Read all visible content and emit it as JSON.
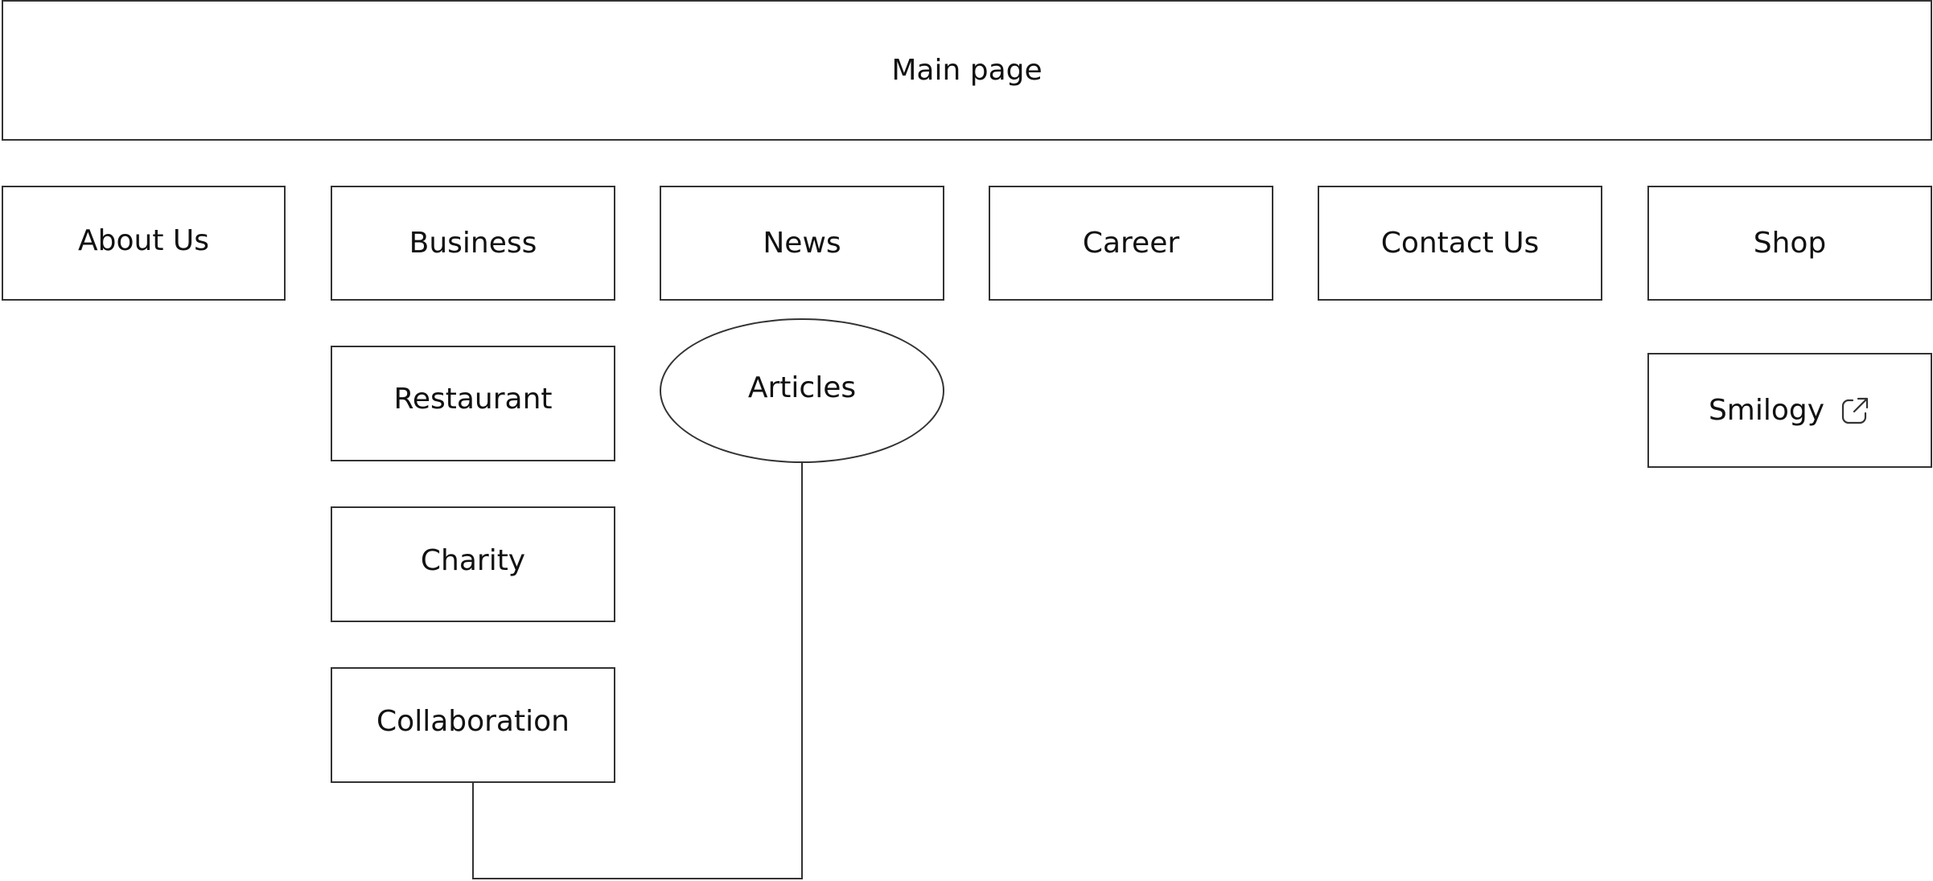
{
  "main": {
    "label": "Main page"
  },
  "nav": {
    "about": "About Us",
    "business": "Business",
    "news": "News",
    "career": "Career",
    "contact": "Contact Us",
    "shop": "Shop"
  },
  "business_children": {
    "restaurant": "Restaurant",
    "charity": "Charity",
    "collaboration": "Collaboration"
  },
  "news_children": {
    "articles": "Articles"
  },
  "shop_children": {
    "smilogy": "Smilogy",
    "smilogy_icon": "external-link-icon"
  }
}
